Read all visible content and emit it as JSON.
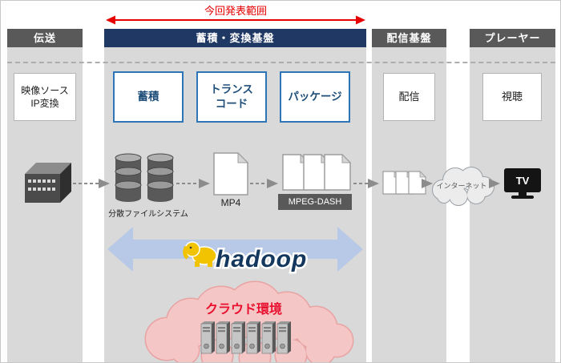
{
  "scope": {
    "label": "今回発表範囲"
  },
  "headers": {
    "transmission": "伝送",
    "storage_conversion": "蓄積・変換基盤",
    "delivery": "配信基盤",
    "player": "プレーヤー"
  },
  "process_boxes": {
    "video_source": "映像ソース\nIP変換",
    "storage": "蓄積",
    "transcode": "トランス\nコード",
    "package": "パッケージ",
    "delivery": "配信",
    "viewing": "視聴"
  },
  "artifact_labels": {
    "distributed_fs": "分散ファイルシステム",
    "mp4": "MP4",
    "mpeg_dash": "MPEG-DASH",
    "internet": "インターネット",
    "tv": "TV"
  },
  "hadoop": {
    "wordmark": "hadoop"
  },
  "cloud": {
    "label": "クラウド環境"
  },
  "icons": {
    "network_switch": "3d-switch-box",
    "database_stack": "cylinder-stack",
    "document": "page-with-folded-corner",
    "internet_cloud": "cloud-outline",
    "tv": "tv-screen",
    "hadoop_elephant": "yellow-elephant",
    "server_tower": "server-rack"
  },
  "colors": {
    "scope_red": "#e60000",
    "header_gray": "#595959",
    "header_navy": "#1f3864",
    "band_gray": "#d9d9d9",
    "box_blue_border": "#2e75b6",
    "box_blue_text": "#1f4e79",
    "flow_arrow_blue": "#b7c9e6",
    "cloud_pink": "#f5c6c6",
    "cloud_pink_edge": "#e8a3a3",
    "cloud_label_red": "#e8102e",
    "hadoop_yellow": "#f2c300",
    "hadoop_navy": "#14375e"
  }
}
